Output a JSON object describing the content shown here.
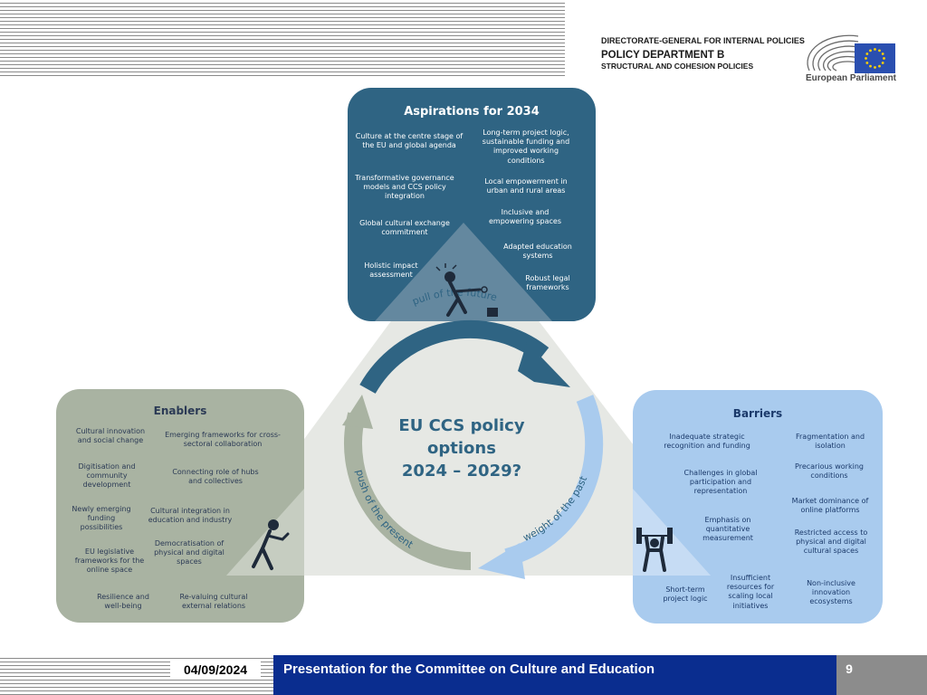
{
  "header": {
    "directorate": "DIRECTORATE-GENERAL FOR INTERNAL POLICIES",
    "department": "POLICY DEPARTMENT B",
    "subtitle": "STRUCTURAL AND COHESION POLICIES",
    "logo_label": "European Parliament"
  },
  "diagram": {
    "center_title_line1": "EU CCS policy",
    "center_title_line2": "options",
    "center_title_line3": "2024 – 2029?",
    "arrow_pull": "pull of the future",
    "arrow_weight": "weight of the past",
    "arrow_push": "push of the present",
    "aspirations": {
      "title": "Aspirations for 2034",
      "left": [
        "Culture at the centre stage of the EU and global agenda",
        "Transformative governance models and CCS policy integration",
        "Global cultural exchange commitment",
        "Holistic impact assessment"
      ],
      "right": [
        "Long-term project logic, sustainable funding and improved working conditions",
        "Local empowerment in urban and rural areas",
        "Inclusive and empowering spaces",
        "Adapted education systems",
        "Robust legal frameworks"
      ]
    },
    "enablers": {
      "title": "Enablers",
      "left": [
        "Cultural innovation and social change",
        "Digitisation and community development",
        "Newly emerging funding possibilities",
        "EU legislative frameworks for the online space",
        "Resilience and well-being"
      ],
      "right": [
        "Emerging frameworks for cross-sectoral collaboration",
        "Connecting role of hubs and collectives",
        "Cultural integration in education and industry",
        "Democratisation of physical and digital spaces",
        "Re-valuing cultural external relations"
      ]
    },
    "barriers": {
      "title": "Barriers",
      "left": [
        "Inadequate strategic recognition and funding",
        "Challenges in global participation and representation",
        "Emphasis on quantitative measurement",
        "Insufficient resources for scaling local initiatives",
        "Short-term project logic"
      ],
      "right": [
        "Fragmentation and isolation",
        "Precarious working conditions",
        "Market dominance of online platforms",
        "Restricted access to physical and digital cultural spaces",
        "Non-inclusive innovation ecosystems"
      ]
    }
  },
  "footer": {
    "date": "04/09/2024",
    "title": "Presentation for the Committee on Culture and Education",
    "page_number": "9"
  },
  "colors": {
    "aspirations_box": "#2f6483",
    "enablers_box": "#a9b3a2",
    "barriers_box": "#a9cbee",
    "arrow_dark": "#2f6483",
    "arrow_light": "#a9cbee",
    "arrow_grey": "#a9b3a2",
    "triangle": "#e6e8e4",
    "footer_bar": "#0a2d8f",
    "eu_blue": "#2a4fb0",
    "eu_star": "#ffd200"
  }
}
